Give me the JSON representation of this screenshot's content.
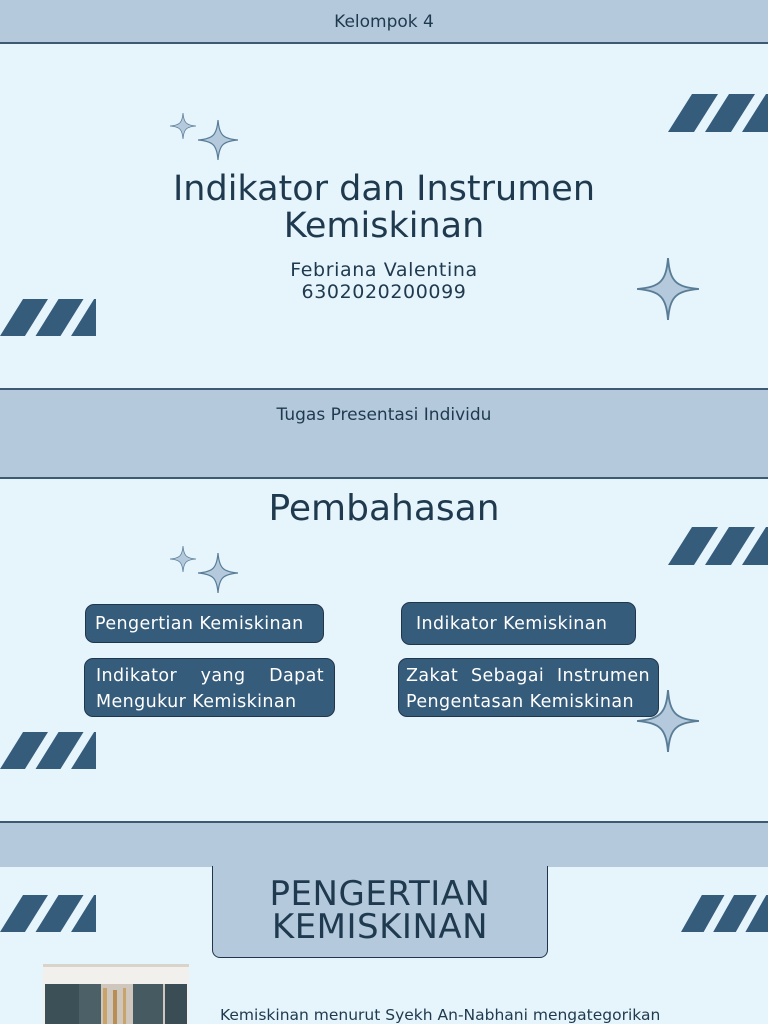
{
  "slide1": {
    "header_label": "Kelompok 4",
    "title_line1": "Indikator dan Instrumen",
    "title_line2": "Kemiskinan",
    "author_name": "Febriana Valentina",
    "author_id": "6302020200099",
    "footer_label": "Tugas Presentasi Individu"
  },
  "slide2": {
    "heading": "Pembahasan",
    "items": [
      {
        "label": "Pengertian Kemiskinan"
      },
      {
        "label": "Indikator Kemiskinan"
      },
      {
        "words_line1": [
          "Indikator",
          "yang",
          "Dapat"
        ],
        "line2": "Mengukur Kemiskinan"
      },
      {
        "words_line1": [
          "Zakat",
          "Sebagai",
          "Instrumen"
        ],
        "line2": "Pengentasan Kemiskinan"
      }
    ]
  },
  "slide3": {
    "title_line1": "PENGERTIAN",
    "title_line2": "KEMISKINAN",
    "body_text": "Kemiskinan menurut Syekh An-Nabhani mengategorikan"
  },
  "colors": {
    "background": "#e6f4fc",
    "band": "#b4c9db",
    "accent_dark": "#365c7c",
    "text": "#1f3a4e"
  }
}
